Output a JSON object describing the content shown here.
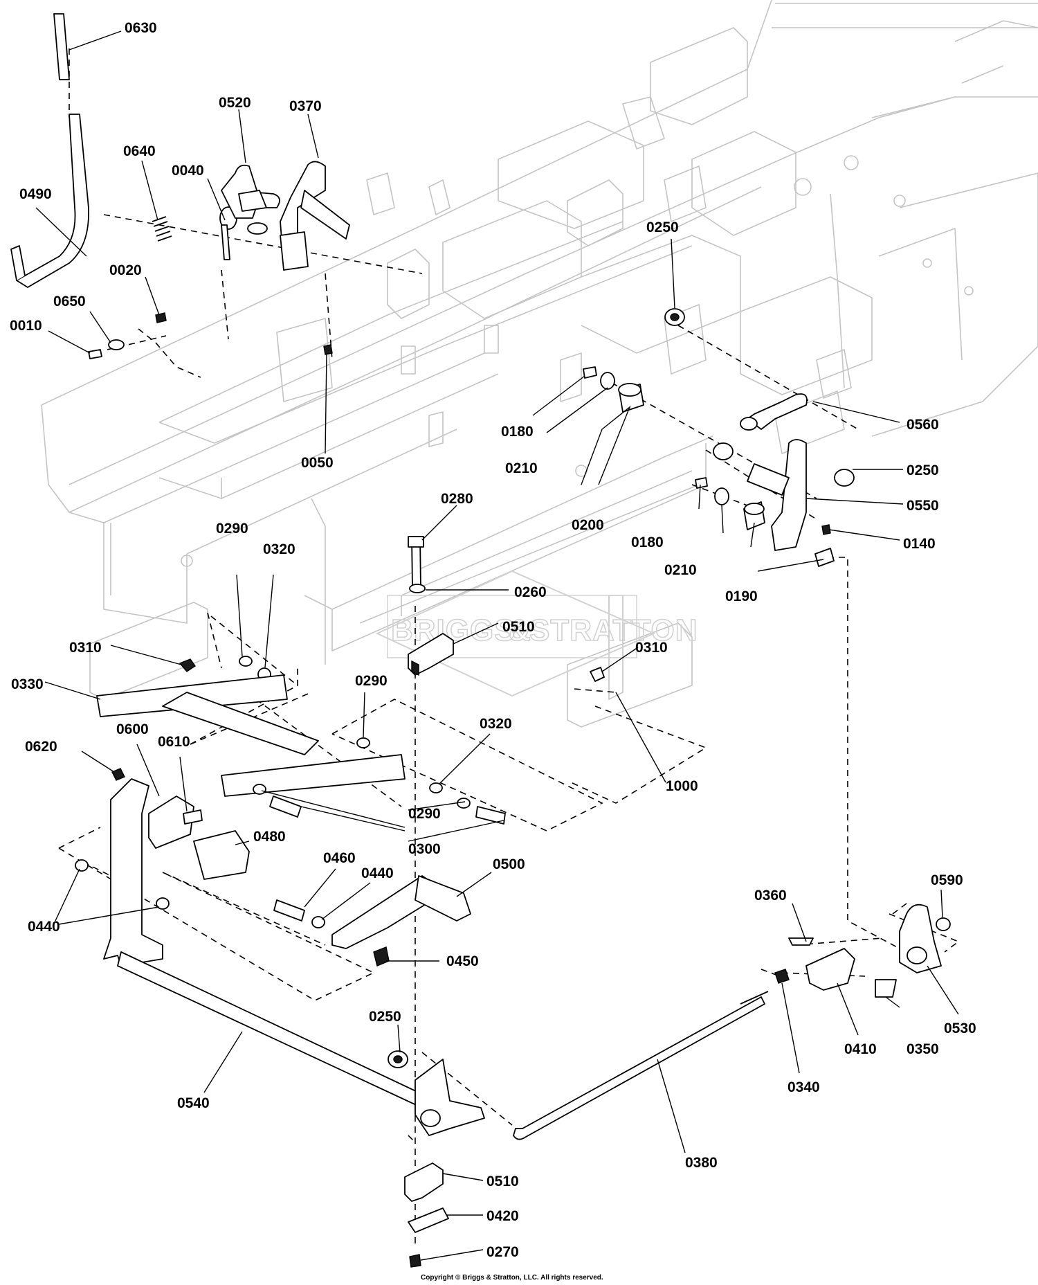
{
  "watermark": {
    "text_left": "BRIGGS",
    "ampersand": "&",
    "text_right": "STRATTON"
  },
  "copyright": "Copyright © Briggs & Stratton, LLC. All rights reserved.",
  "callouts": [
    "0630",
    "0520",
    "0370",
    "0640",
    "0040",
    "0490",
    "0020",
    "0650",
    "0010",
    "0050",
    "0250",
    "0560",
    "0180",
    "0210",
    "0200",
    "0250",
    "0550",
    "0180",
    "0210",
    "0190",
    "0140",
    "0280",
    "0260",
    "0510",
    "0290",
    "0320",
    "0310",
    "0330",
    "0290",
    "0310",
    "0320",
    "1000",
    "0620",
    "0600",
    "0610",
    "0480",
    "0290",
    "0300",
    "0460",
    "0440",
    "0500",
    "0440",
    "0450",
    "0360",
    "0590",
    "0250",
    "0540",
    "0410",
    "0350",
    "0530",
    "0340",
    "0380",
    "0510",
    "0420",
    "0270"
  ]
}
